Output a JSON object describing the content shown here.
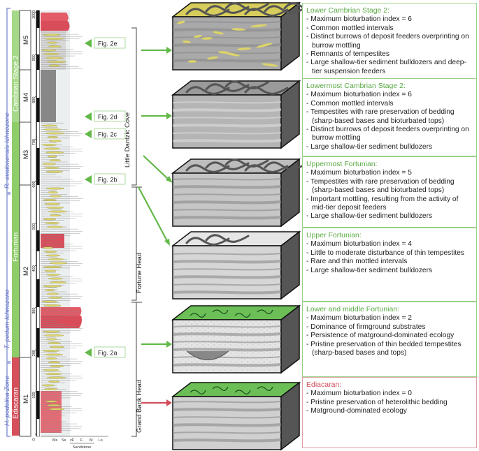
{
  "columns": {
    "ichnozones": [
      "H. podolica Zone",
      "T. pedum Ichnozone",
      "R. avalonensis Ichnozone"
    ],
    "stages": [
      "Ediacaran",
      "Fortunian",
      "Cambrian Stage 2"
    ],
    "members": [
      "M1",
      "M2",
      "M3",
      "M4",
      "M5"
    ],
    "depth_ticks": [
      "0",
      "100",
      "200",
      "300",
      "400",
      "500",
      "600",
      "700",
      "800",
      "900",
      "1000"
    ],
    "grain_axis": [
      "Ms",
      "Ss",
      "vF",
      "F",
      "M",
      "Ls"
    ],
    "grain_axis_title": "Sandstone"
  },
  "figure_refs": [
    "Fig. 2e",
    "Fig. 2d",
    "Fig. 2c",
    "Fig. 2b",
    "Fig. 2a"
  ],
  "locations": [
    "Little Dantzic Cove",
    "Fortune Head",
    "Grand Bank Head"
  ],
  "colors": {
    "ichnozone_line": "#8b98d6",
    "stage_green": "#8fcd6a",
    "stage_red": "#d5505a",
    "arrow_green": "#62b848",
    "arrow_red": "#d24c5a",
    "tempestite_yellow": "#dcd36a",
    "box_border_green": "#9bd18a",
    "box_border_red": "#e0a0a6"
  },
  "boxes": [
    {
      "title": "Lower Cambrian Stage 2:",
      "items": [
        "Maximum bioturbation index = 6",
        "Common mottled intervals",
        "Distinct burrows of deposit feeders overprinting on burrow mottling",
        "Remnants of tempestites",
        "Large shallow-tier sediment bulldozers and deep-tier suspension feeders"
      ]
    },
    {
      "title": "Lowermost Cambrian Stage 2:",
      "items": [
        "Maximum bioturbation index = 6",
        "Common mottled intervals",
        "Tempestites with rare preservation of bedding (sharp-based bases and bioturbated tops)",
        "Distinct burrows of deposit feeders overprinting on burrow mottling",
        "Large shallow-tier sediment bulldozers"
      ]
    },
    {
      "title": "Uppermost Fortunian:",
      "items": [
        "Maximum bioturbation index = 5",
        "Tempestites with rare preservation of bedding (sharp-based bases and bioturbated tops)",
        "Important mottling, resulting from the activity of mid-tier deposit feeders",
        "Large shallow-tier sediment bulldozers"
      ]
    },
    {
      "title": "Upper Fortunian:",
      "items": [
        "Maximum bioturbation index = 4",
        "Little to moderate disturbance of thin tempestites",
        "Rare and thin mottled intervals",
        "Large shallow-tier sediment bulldozers"
      ]
    },
    {
      "title": "Lower and middle Fortunian:",
      "items": [
        "Maximum bioturbation index = 2",
        "Dominance of firmground substrates",
        "Persistence of matground-dominated ecology",
        "Pristine preservation of thin bedded tempestites (sharp-based bases and tops)"
      ]
    },
    {
      "title": "Ediacaran:",
      "items": [
        "Maximum bioturbation index = 0",
        "Pristine preservation of heterolithic bedding",
        "Matground-dominated ecology"
      ]
    }
  ]
}
